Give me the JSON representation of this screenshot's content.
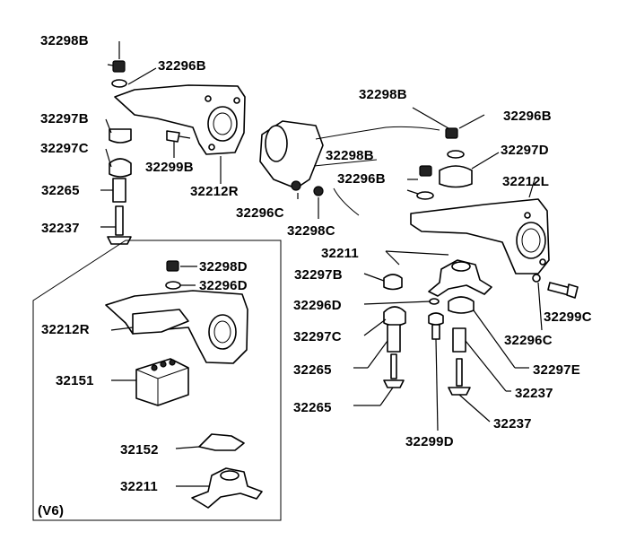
{
  "labels": {
    "l1": "32298B",
    "l2": "32296B",
    "l3": "32297B",
    "l4": "32297C",
    "l5": "32299B",
    "l6": "32265",
    "l7": "32212R",
    "l8": "32237",
    "l9": "32298B",
    "l10": "32296B",
    "l11": "32298B",
    "l12": "32297D",
    "l13": "32296B",
    "l14": "32212L",
    "l15": "32296C",
    "l16": "32298C",
    "l17": "32211",
    "l18": "32297B",
    "l19": "32296D",
    "l20": "32299C",
    "l21": "32297C",
    "l22": "32296C",
    "l23": "32265",
    "l24": "32297E",
    "l25": "32237",
    "l26": "32265",
    "l27": "32237",
    "l28": "32299D",
    "l29": "32298D",
    "l30": "32296D",
    "l31": "32212R",
    "l32": "32151",
    "l33": "32152",
    "l34": "32211"
  },
  "inset": {
    "variant_label": "(V6)"
  }
}
